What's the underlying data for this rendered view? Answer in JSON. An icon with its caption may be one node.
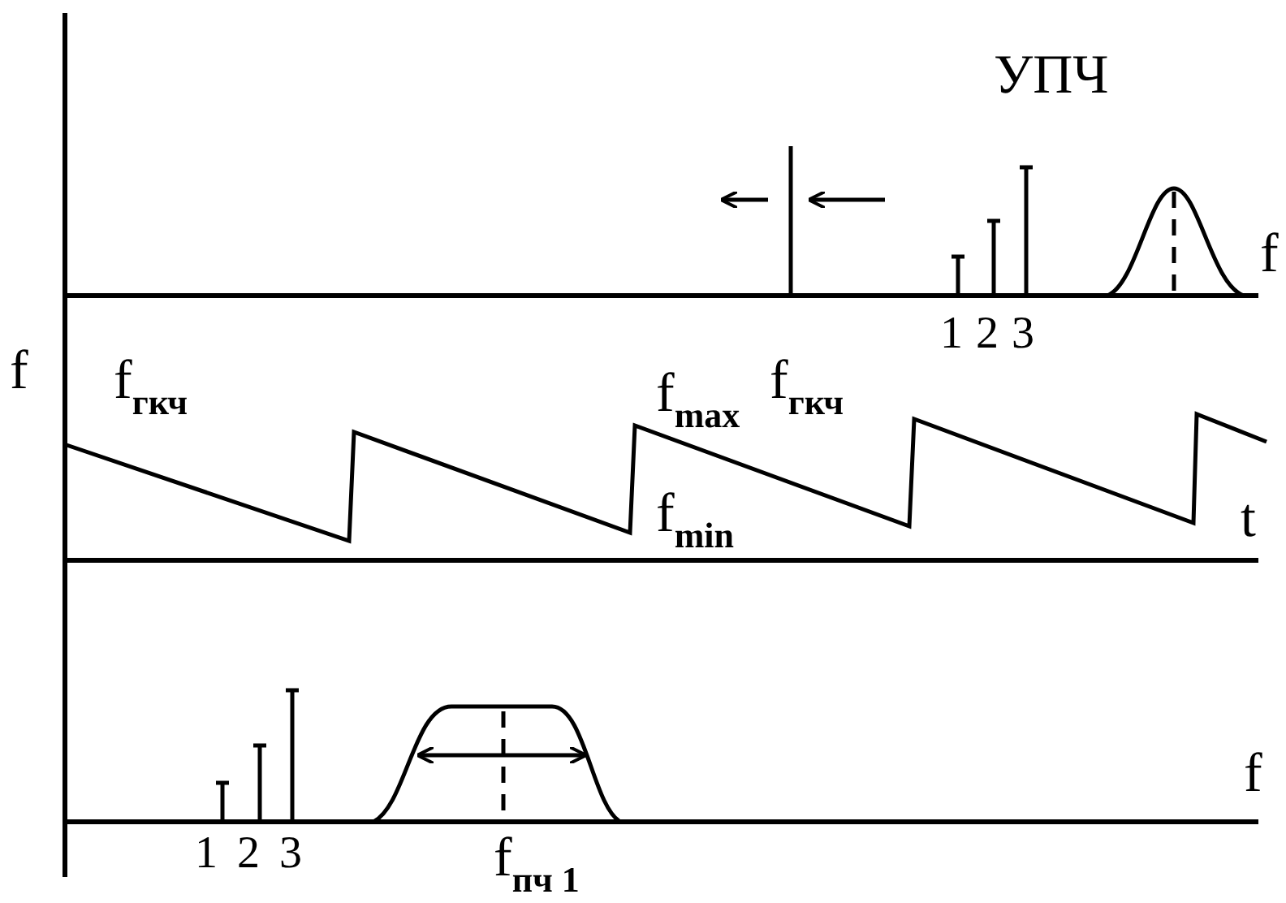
{
  "diagram": {
    "labels": [
      "УПЧ",
      "f",
      "f$_{гкч}$",
      "1",
      "2",
      "3",
      "f",
      "f$_{гкч}$",
      "f$_{max}$",
      "f$_{min}$",
      "t",
      "f",
      "1",
      "2",
      "3",
      "f$_{пч 1}$"
    ]
  }
}
